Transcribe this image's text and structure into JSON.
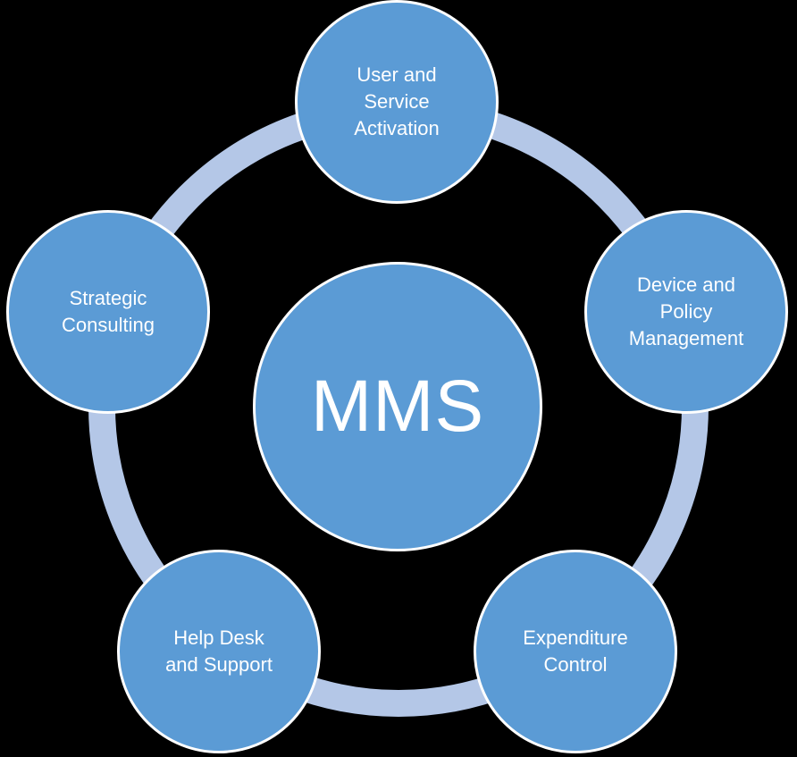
{
  "diagram": {
    "center_label": "MMS",
    "nodes": [
      {
        "id": "user-service-activation",
        "label": "User and\nService\nActivation"
      },
      {
        "id": "device-policy-management",
        "label": "Device and\nPolicy\nManagement"
      },
      {
        "id": "expenditure-control",
        "label": "Expenditure\nControl"
      },
      {
        "id": "help-desk-support",
        "label": "Help Desk\nand Support"
      },
      {
        "id": "strategic-consulting",
        "label": "Strategic\nConsulting"
      }
    ]
  },
  "colors": {
    "background": "#000000",
    "node_fill": "#5b9bd5",
    "node_border": "#ffffff",
    "ring": "#b4c7e7",
    "text": "#ffffff"
  }
}
